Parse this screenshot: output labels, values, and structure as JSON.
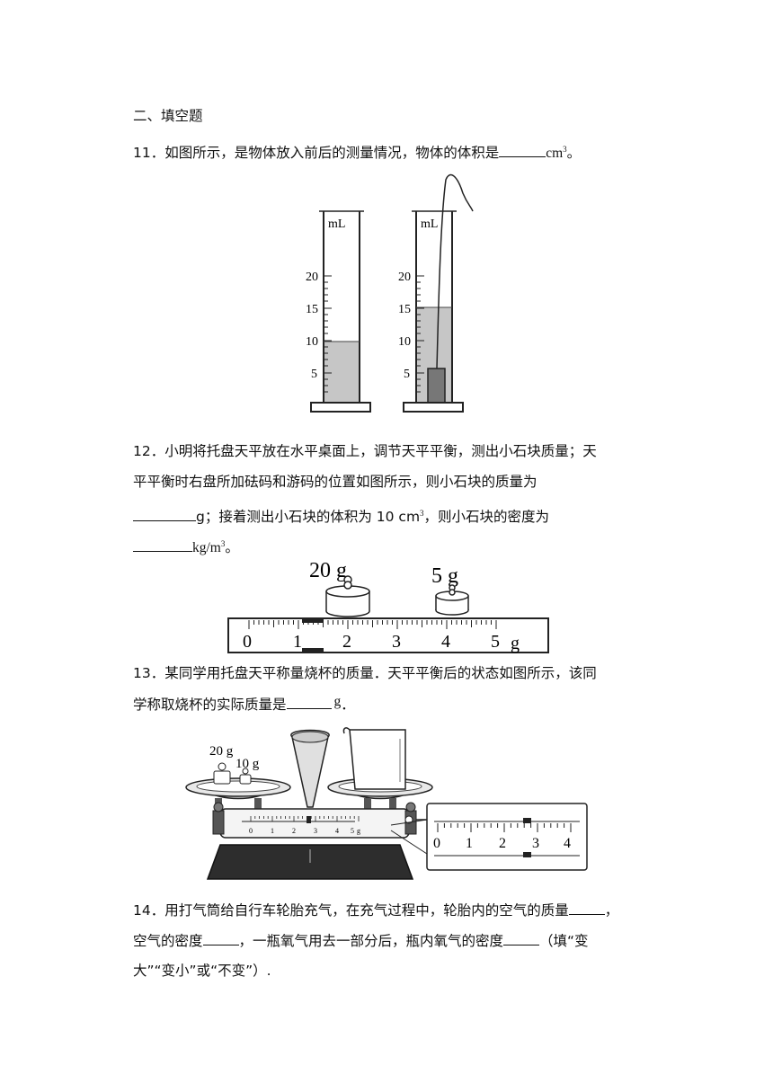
{
  "section_title": "二、填空题",
  "q11": {
    "text_before": "11．如图所示，是物体放入前后的测量情况，物体的体积是",
    "unit": "cm",
    "unit_sup": "3",
    "text_after": "。",
    "cylinder_unit": "mL",
    "cylinder_ticks": [
      "20",
      "15",
      "10",
      "5"
    ],
    "water_level_before_ml": 10,
    "water_level_after_ml": 15
  },
  "q12": {
    "line1": "12．小明将托盘天平放在水平桌面上，调节天平平衡，测出小石块质量；天",
    "line2": "平平衡时右盘所加砝码和游码的位置如图所示，则小石块的质量为",
    "line3_unit": "g；接着测出小石块的体积为 10 cm",
    "line3_sup": "3",
    "line3_after": "，则小石块的密度为",
    "line4_unit": "kg/m",
    "line4_sup": "3",
    "line4_after": "。",
    "weight_labels": [
      "20 g",
      "5 g"
    ],
    "scale_labels": [
      "0",
      "1",
      "2",
      "3",
      "4",
      "5"
    ],
    "scale_unit": "g",
    "rider_position_g": 1.2
  },
  "q13": {
    "line1": "13．某同学用托盘天平称量烧杯的质量．天平平衡后的状态如图所示，该同",
    "line2_before": "学称取烧杯的实际质量是",
    "line2_unit": "g",
    "line2_after": "．",
    "weight_labels": [
      "20 g",
      "10 g"
    ],
    "zoom_scale_labels": [
      "0",
      "1",
      "2",
      "3",
      "4"
    ],
    "small_scale_labels": [
      "0",
      "1",
      "2",
      "3",
      "4",
      "5",
      "g"
    ],
    "rider_position_g": 2.6
  },
  "q14": {
    "line1_before": "14．用打气筒给自行车轮胎充气，在充气过程中，轮胎内的空气的质量",
    "line1_after": "，",
    "line2_before": "空气的密度",
    "line2_middle": "，一瓶氧气用去一部分后，瓶内氧气的密度",
    "line2_after": "（填“变",
    "line3": "大”“变小”或“不变”）."
  }
}
